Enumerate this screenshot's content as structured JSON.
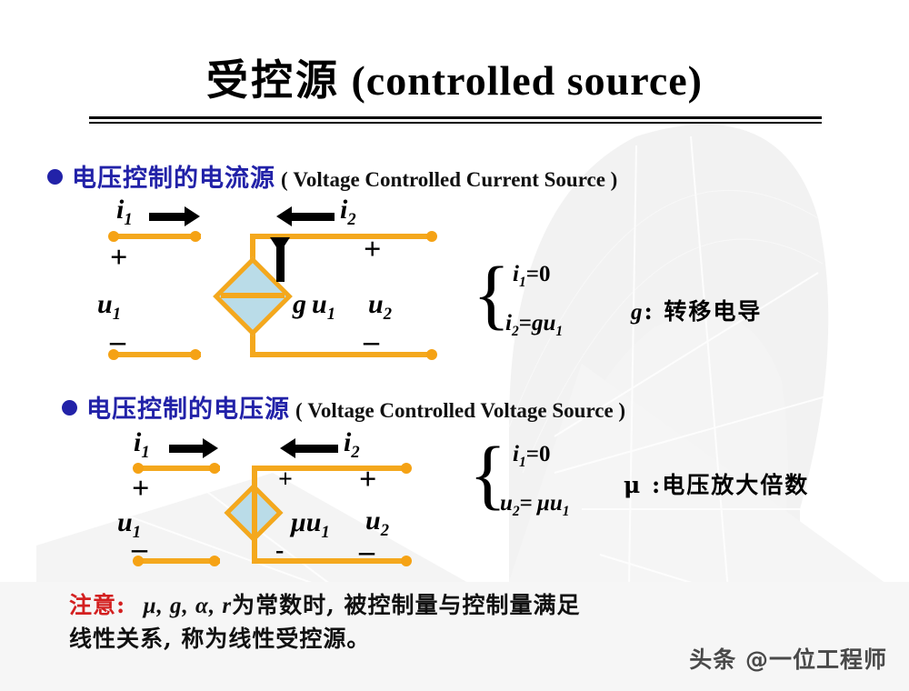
{
  "slide": {
    "title_cn": "受控源",
    "title_en": "(controlled source)",
    "background_image": "satellite-dish-photo",
    "colors": {
      "title": "#000000",
      "heading_cn": "#2222A8",
      "heading_en": "#111111",
      "wire": "#F4A81D",
      "source_fill": "#BADCE8",
      "warning": "#D32020"
    }
  },
  "sections": [
    {
      "bullet": "●",
      "label_cn": "电压控制的电流源",
      "label_en": "( Voltage  Controlled Current Source )",
      "circuit": {
        "port1": {
          "current": "i",
          "current_sub": "1",
          "voltage": "u",
          "voltage_sub": "1",
          "plus": "+",
          "minus": "–"
        },
        "port2": {
          "current": "i",
          "current_sub": "2",
          "voltage": "u",
          "voltage_sub": "2",
          "plus": "+",
          "minus": "–"
        },
        "source_label_coef": "g",
        "source_label_var": "u",
        "source_label_sub": "1",
        "source_type": "current-source-diamond"
      },
      "equations": [
        {
          "lhs": "i",
          "lhs_sub": "1",
          "rhs": "0"
        },
        {
          "lhs": "i",
          "lhs_sub": "2",
          "rhs": "gu",
          "rhs_sub": "1"
        }
      ],
      "note_symbol": "g",
      "note_text": ": 转移电导"
    },
    {
      "bullet": "●",
      "label_cn": "电压控制的电压源",
      "label_en": "( Voltage  Controlled Voltage Source )",
      "circuit": {
        "port1": {
          "current": "i",
          "current_sub": "1",
          "voltage": "u",
          "voltage_sub": "1",
          "plus": "+",
          "minus": "–"
        },
        "port2": {
          "current": "i",
          "current_sub": "2",
          "voltage": "u",
          "voltage_sub": "2",
          "plus": "+",
          "minus": "–"
        },
        "source_plus": "+",
        "source_minus": "-",
        "source_label_coef": "μ",
        "source_label_var": "u",
        "source_label_sub": "1",
        "source_type": "voltage-source-diamond"
      },
      "equations": [
        {
          "lhs": "i",
          "lhs_sub": "1",
          "rhs": "0"
        },
        {
          "lhs": "u",
          "lhs_sub": "2",
          "rhs": "μu",
          "rhs_sub": "1"
        }
      ],
      "note_symbol": "μ",
      "note_text": " :电压放大倍数"
    }
  ],
  "bottom_note": {
    "prefix": "注意:",
    "line1_symbols": "μ, g, α, r",
    "line1_rest": "为常数时, 被控制量与控制量满足",
    "line2": "线性关系, 称为线性受控源。"
  },
  "watermark": "头条 @一位工程师"
}
